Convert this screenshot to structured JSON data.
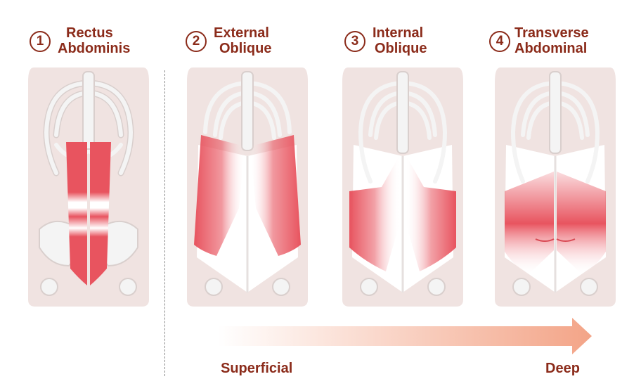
{
  "panels": [
    {
      "number": "1",
      "title_line1": "Rectus",
      "title_line2": "Abdominis"
    },
    {
      "number": "2",
      "title_line1": "External",
      "title_line2": "Oblique"
    },
    {
      "number": "3",
      "title_line1": "Internal",
      "title_line2": "Oblique"
    },
    {
      "number": "4",
      "title_line1": "Transverse",
      "title_line2": "Abdominal"
    }
  ],
  "scale": {
    "left_label": "Superficial",
    "right_label": "Deep"
  },
  "colors": {
    "title": "#8b2b1a",
    "muscle": "#e8545f",
    "skin": "#f0e3e1",
    "bone": "#f4f4f4",
    "bone_outline": "#d9cfcd",
    "arrow_start": "#ffffff",
    "arrow_end": "#f3a487"
  }
}
